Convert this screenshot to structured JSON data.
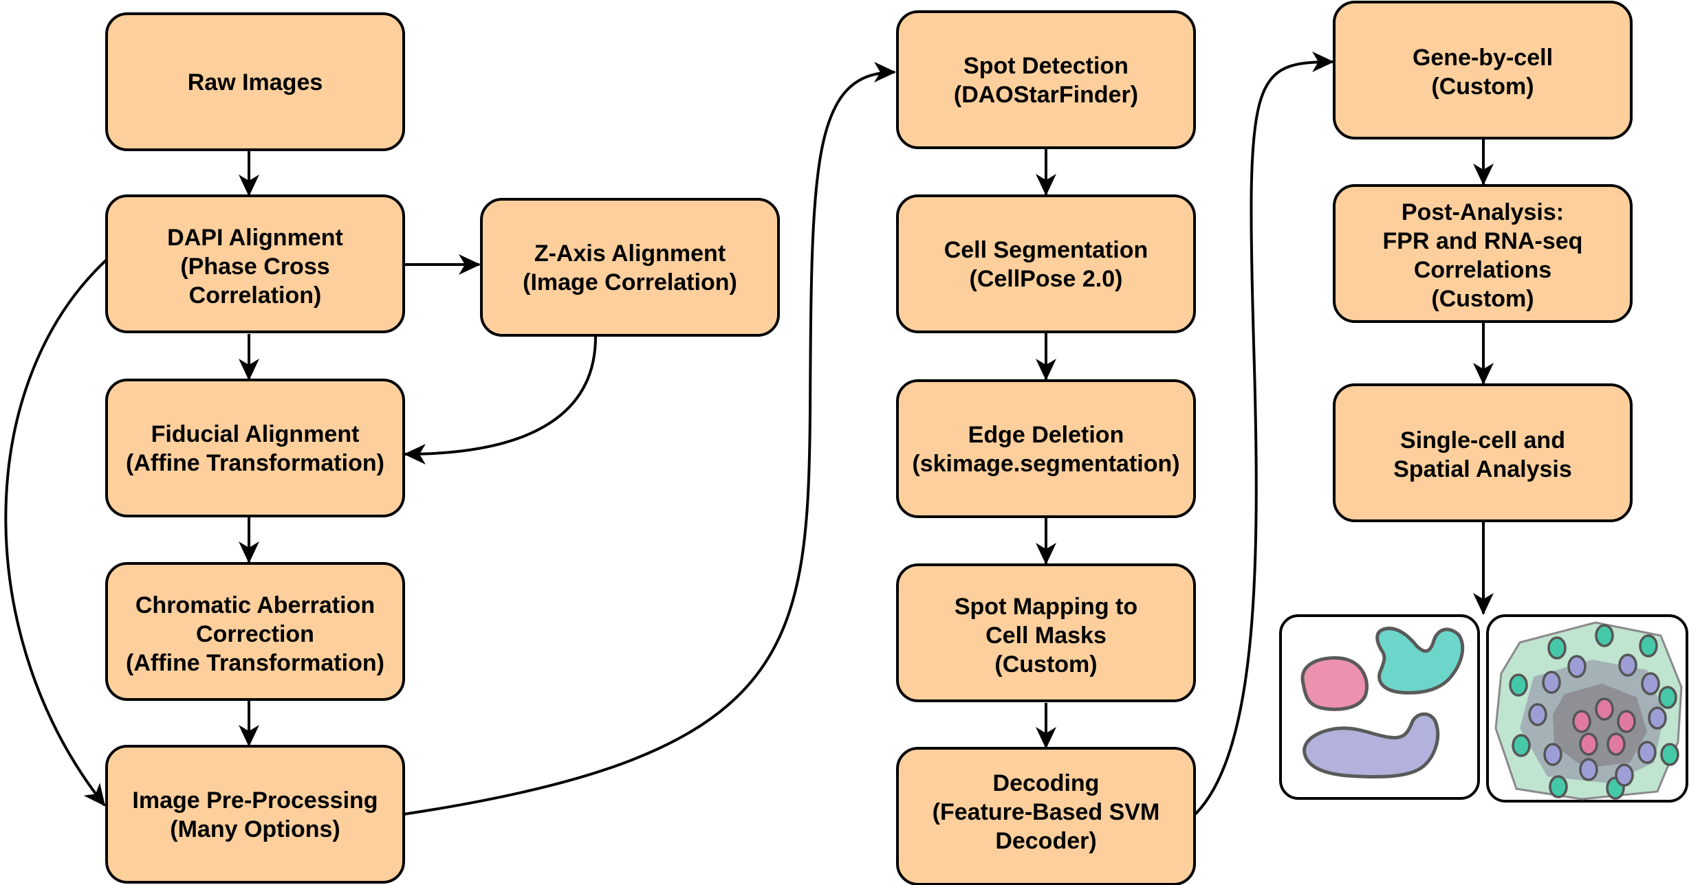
{
  "colors": {
    "box_fill": "#fccf9c",
    "stroke": "#000000",
    "blob_pink": "#ed92ae",
    "blob_teal": "#6dd6cb",
    "blob_lavender": "#b2b2dc",
    "tissue_outer": "#bfe4cf",
    "tissue_mid": "#9fa9b4",
    "tissue_core": "#8f8f96"
  },
  "nodes": [
    {
      "id": "raw-images",
      "lines": [
        "Raw Images"
      ]
    },
    {
      "id": "dapi-alignment",
      "lines": [
        "DAPI Alignment",
        "(Phase Cross",
        "Correlation)"
      ]
    },
    {
      "id": "z-axis-alignment",
      "lines": [
        "Z-Axis Alignment",
        "(Image Correlation)"
      ]
    },
    {
      "id": "fiducial-alignment",
      "lines": [
        "Fiducial Alignment",
        "(Affine Transformation)"
      ]
    },
    {
      "id": "chromatic-aberration",
      "lines": [
        "Chromatic Aberration",
        "Correction",
        "(Affine Transformation)"
      ]
    },
    {
      "id": "image-preprocessing",
      "lines": [
        "Image Pre-Processing",
        "(Many Options)"
      ]
    },
    {
      "id": "spot-detection",
      "lines": [
        "Spot Detection",
        "(DAOStarFinder)"
      ]
    },
    {
      "id": "cell-segmentation",
      "lines": [
        "Cell Segmentation",
        "(CellPose 2.0)"
      ]
    },
    {
      "id": "edge-deletion",
      "lines": [
        "Edge Deletion",
        "(skimage.segmentation)"
      ]
    },
    {
      "id": "spot-mapping",
      "lines": [
        "Spot Mapping to",
        "Cell Masks",
        "(Custom)"
      ]
    },
    {
      "id": "decoding",
      "lines": [
        "Decoding",
        "(Feature-Based SVM",
        "Decoder)"
      ]
    },
    {
      "id": "gene-by-cell",
      "lines": [
        "Gene-by-cell",
        "(Custom)"
      ]
    },
    {
      "id": "post-analysis",
      "lines": [
        "Post-Analysis:",
        "FPR and RNA-seq",
        "Correlations",
        "(Custom)"
      ]
    },
    {
      "id": "single-cell-spatial",
      "lines": [
        "Single-cell and",
        "Spatial Analysis"
      ]
    }
  ],
  "edges": [
    {
      "from": "raw-images",
      "to": "dapi-alignment"
    },
    {
      "from": "dapi-alignment",
      "to": "z-axis-alignment"
    },
    {
      "from": "dapi-alignment",
      "to": "fiducial-alignment"
    },
    {
      "from": "z-axis-alignment",
      "to": "fiducial-alignment"
    },
    {
      "from": "dapi-alignment",
      "to": "image-preprocessing"
    },
    {
      "from": "fiducial-alignment",
      "to": "chromatic-aberration"
    },
    {
      "from": "chromatic-aberration",
      "to": "image-preprocessing"
    },
    {
      "from": "image-preprocessing",
      "to": "spot-detection"
    },
    {
      "from": "spot-detection",
      "to": "cell-segmentation"
    },
    {
      "from": "cell-segmentation",
      "to": "edge-deletion"
    },
    {
      "from": "edge-deletion",
      "to": "spot-mapping"
    },
    {
      "from": "spot-mapping",
      "to": "decoding"
    },
    {
      "from": "decoding",
      "to": "gene-by-cell"
    },
    {
      "from": "gene-by-cell",
      "to": "post-analysis"
    },
    {
      "from": "post-analysis",
      "to": "single-cell-spatial"
    },
    {
      "from": "single-cell-spatial",
      "to": "result-illustrations"
    }
  ]
}
